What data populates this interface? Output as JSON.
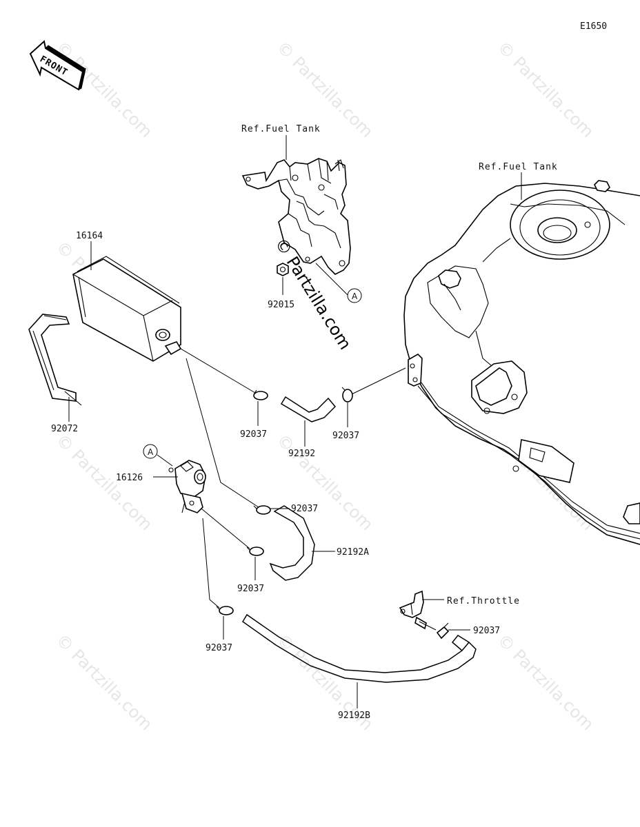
{
  "diagram_code": "E1650",
  "front_arrow_label": "FRONT",
  "watermark_text": "© Partzilla.com",
  "overlay_watermark_text": "© Partzilla.com",
  "references": {
    "fuel_tank_bracket": "Ref.Fuel Tank",
    "fuel_tank": "Ref.Fuel Tank",
    "throttle": "Ref.Throttle"
  },
  "callout_tag": "A",
  "parts": {
    "canister": "16164",
    "canister_strap": "92072",
    "bracket_nut": "92015",
    "clamp_hose1_left": "92037",
    "hose1": "92192",
    "clamp_hose1_right": "92037",
    "solenoid_valve": "16126",
    "clamp_hose2_upper": "92037",
    "hose2": "92192A",
    "clamp_hose2_lower": "92037",
    "clamp_hose3_left": "92037",
    "hose3": "92192B",
    "clamp_hose3_right": "92037"
  },
  "colors": {
    "line": "#000000",
    "watermark": "#e6e6e6",
    "background": "#ffffff"
  }
}
